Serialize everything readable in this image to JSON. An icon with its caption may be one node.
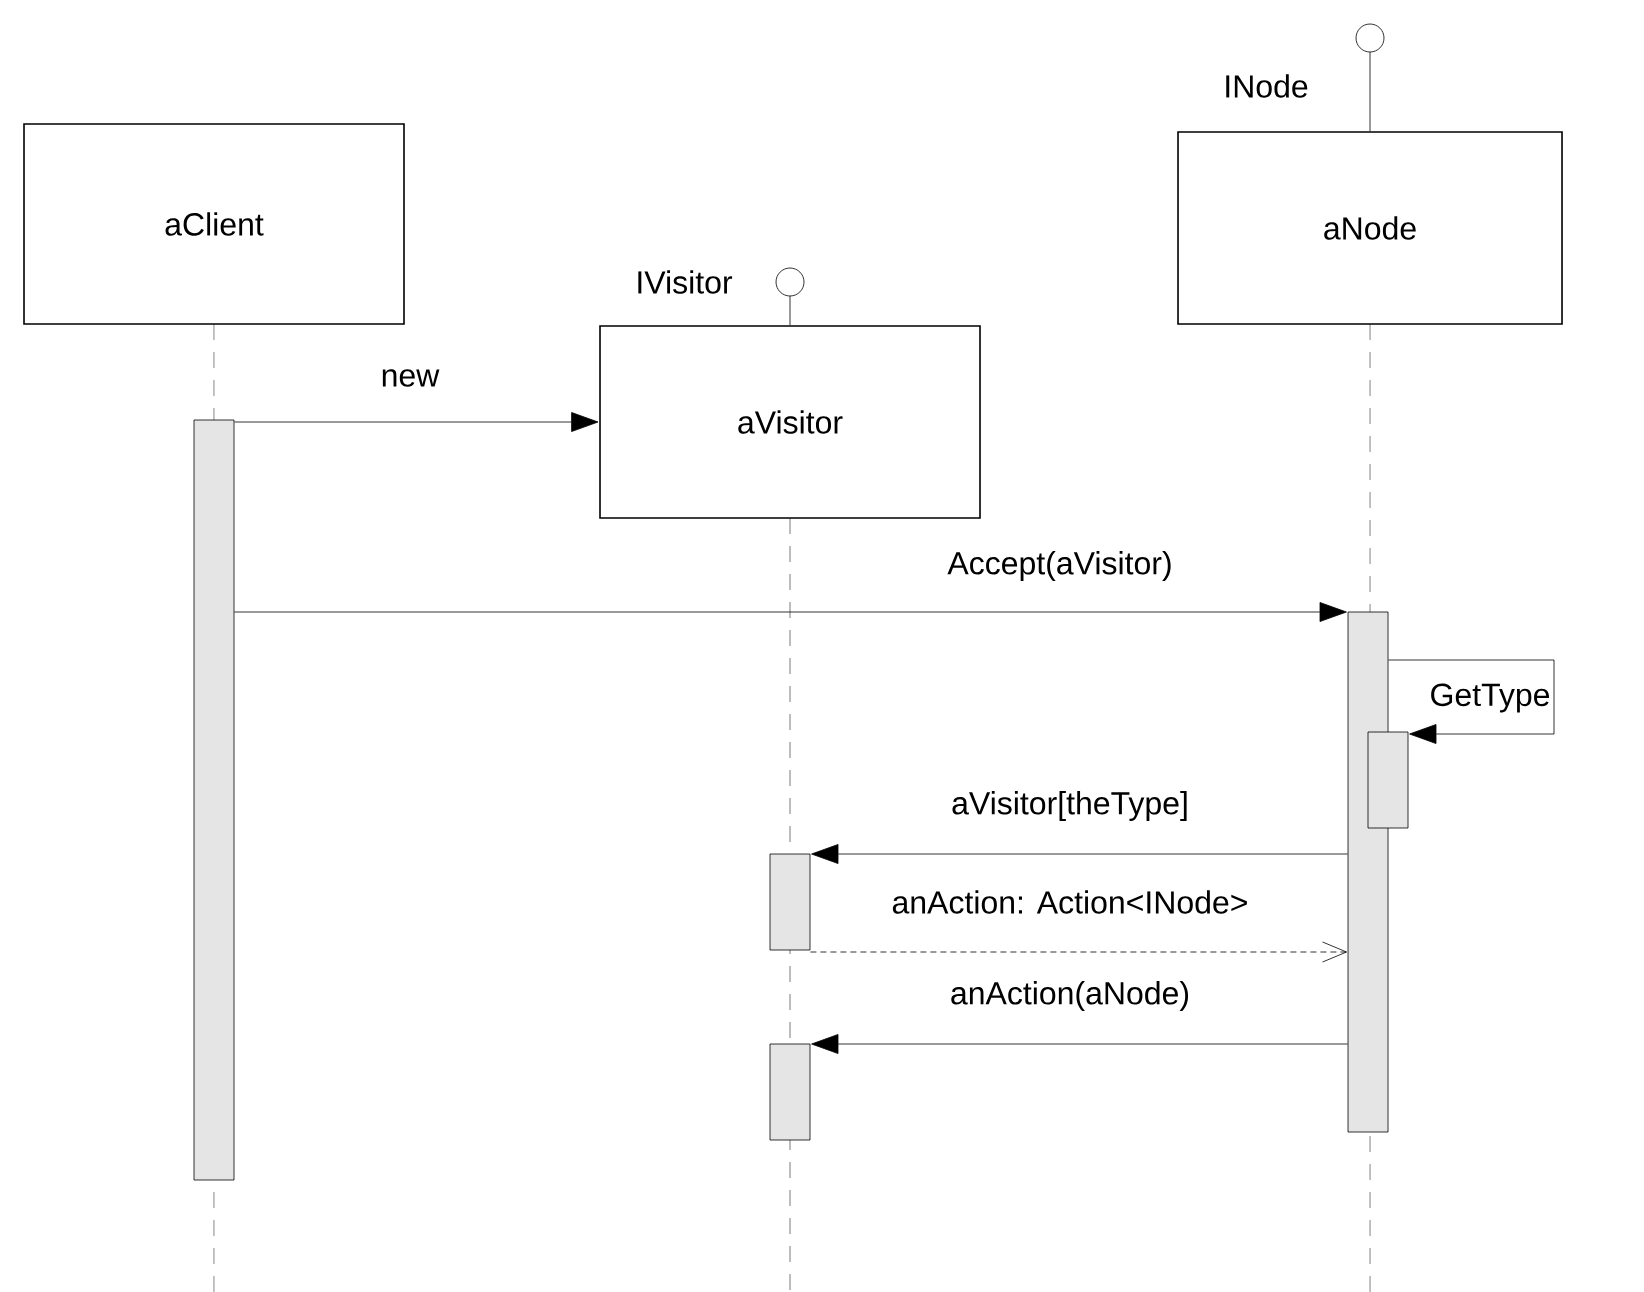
{
  "diagram": {
    "nodes": [
      {
        "text": [
          "aClient"
        ]
      },
      {
        "text": [
          "aVisitor"
        ],
        "beside": [
          "IVisitor"
        ]
      },
      {
        "text": [
          "aNode"
        ],
        "beside": [
          "INode"
        ]
      },
      {
        "text": [],
        "shape": "bar"
      },
      {
        "text": [],
        "shape": "bar"
      },
      {
        "text": [],
        "shape": "bar"
      },
      {
        "text": [],
        "shape": "bar"
      },
      {
        "text": [],
        "shape": "bar"
      }
    ],
    "edges": [
      {
        "from": 3,
        "to": 1,
        "arrow": "to",
        "label": "new"
      },
      {
        "from": 3,
        "to": 4,
        "arrow": "to",
        "label": "Accept(aVisitor)"
      },
      {
        "from": 4,
        "to": 5,
        "arrow": "to",
        "label": "GetType"
      },
      {
        "from": 4,
        "to": 6,
        "arrow": "to",
        "label": "aVisitor[theType]"
      },
      {
        "from": 6,
        "to": 4,
        "arrow": "to",
        "label": "anAction: Action<INode>",
        "style": "dashed"
      },
      {
        "from": 4,
        "to": 7,
        "arrow": "to",
        "label": "anAction(aNode)"
      }
    ]
  }
}
